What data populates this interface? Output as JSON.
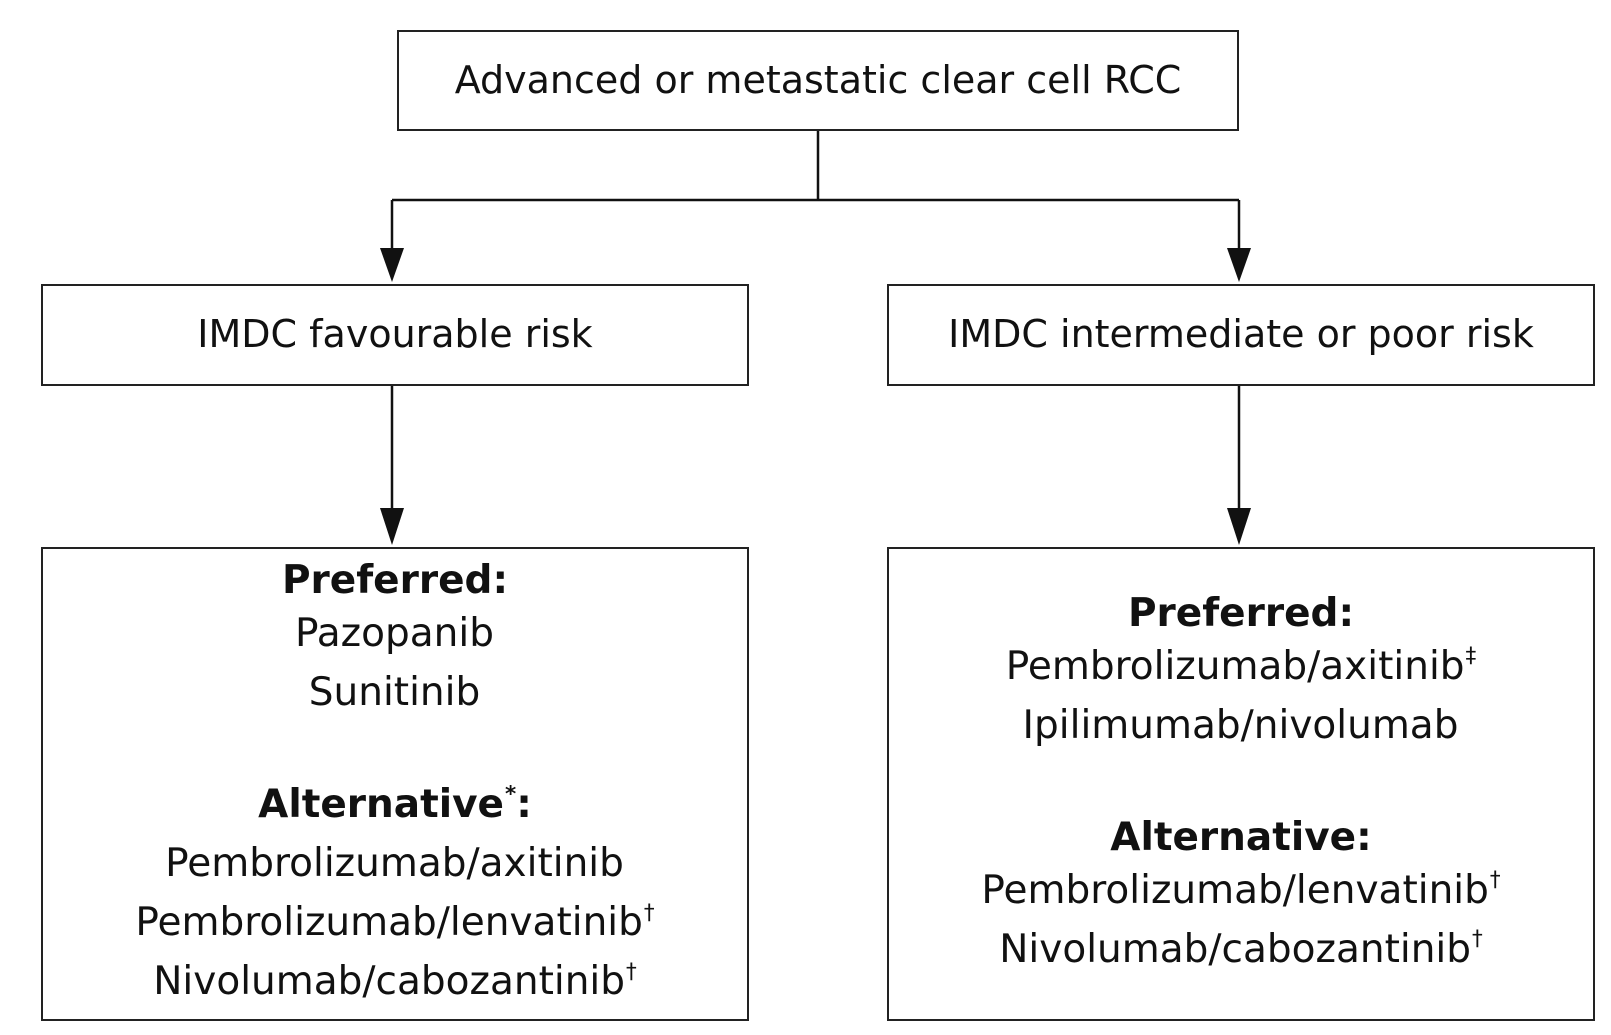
{
  "root": {
    "label": "Advanced or metastatic clear cell RCC"
  },
  "favourable": {
    "label": "IMDC favourable risk",
    "preferred_header": "Preferred:",
    "preferred": [
      {
        "name": "Pazopanib",
        "mark": ""
      },
      {
        "name": "Sunitinib",
        "mark": ""
      }
    ],
    "alternative_header": "Alternative",
    "alternative_header_mark": "*",
    "alternative_header_colon": ":",
    "alternative": [
      {
        "name": "Pembrolizumab/axitinib",
        "mark": ""
      },
      {
        "name": "Pembrolizumab/lenvatinib",
        "mark": "†"
      },
      {
        "name": "Nivolumab/cabozantinib",
        "mark": "†"
      }
    ]
  },
  "intermediate_poor": {
    "label": "IMDC intermediate or poor risk",
    "preferred_header": "Preferred:",
    "preferred": [
      {
        "name": "Pembrolizumab/axitinib",
        "mark": "‡"
      },
      {
        "name": "Ipilimumab/nivolumab",
        "mark": ""
      }
    ],
    "alternative_header": "Alternative:",
    "alternative": [
      {
        "name": "Pembrolizumab/lenvatinib",
        "mark": "†"
      },
      {
        "name": "Nivolumab/cabozantinib",
        "mark": "†"
      }
    ]
  }
}
